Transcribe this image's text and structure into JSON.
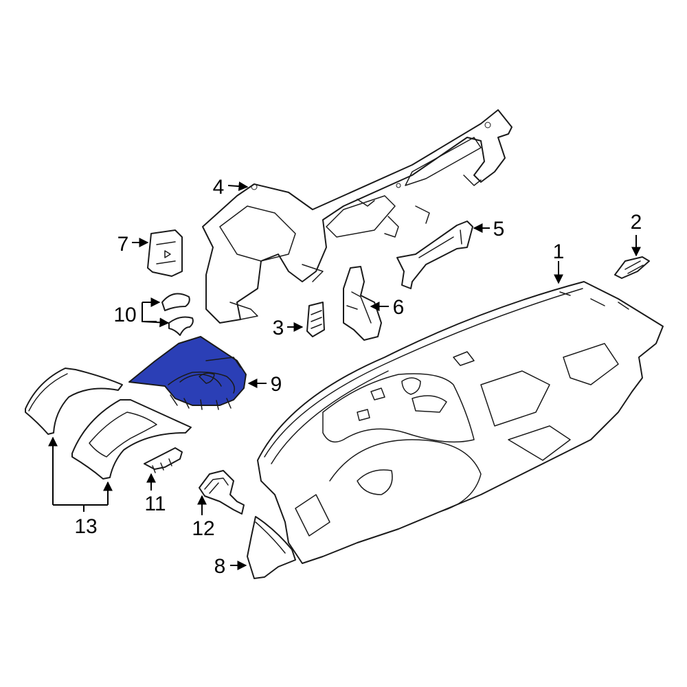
{
  "callouts": {
    "c1": "1",
    "c2": "2",
    "c3": "3",
    "c4": "4",
    "c5": "5",
    "c6": "6",
    "c7": "7",
    "c8": "8",
    "c9": "9",
    "c10": "10",
    "c11": "11",
    "c12": "12",
    "c13": "13"
  },
  "colors": {
    "highlight": "#2B3FB6",
    "line": "#1a1a1a"
  }
}
